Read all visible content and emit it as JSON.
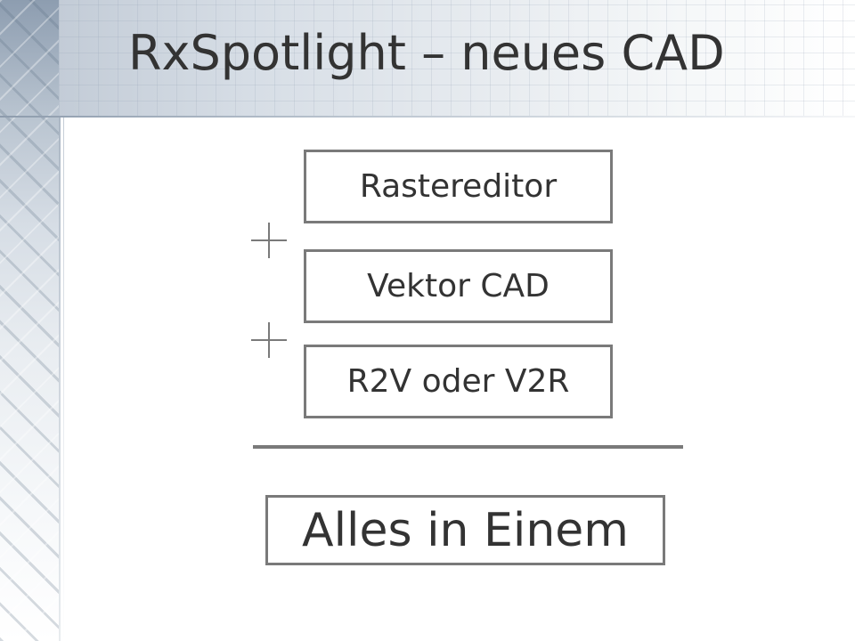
{
  "slide": {
    "title": "RxSpotlight – neues CAD",
    "components": [
      {
        "label": "Rastereditor"
      },
      {
        "label": "Vektor CAD"
      },
      {
        "label": "R2V oder V2R"
      }
    ],
    "operators": [
      "+",
      "+"
    ],
    "result": {
      "label": "Alles in Einem"
    }
  },
  "colors": {
    "text": "#333333",
    "box_border": "#7a7a7a",
    "operator": "#7a7a7a",
    "background": "#ffffff"
  }
}
